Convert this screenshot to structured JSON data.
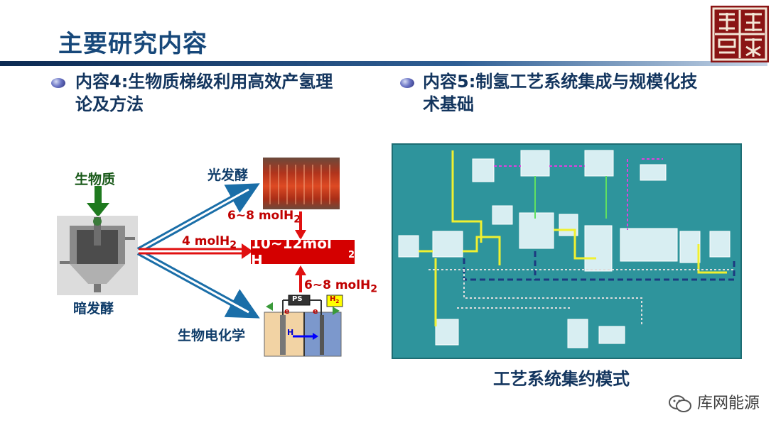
{
  "header": {
    "title": "主要研究内容",
    "logo_text": "理"
  },
  "bullets": [
    {
      "line1": "内容4:生物质梯级利用高效产氢理",
      "line2": "论及方法"
    },
    {
      "line1": "内容5:制氢工艺系统集成与规模化技",
      "line2": "术基础"
    }
  ],
  "diagram": {
    "biomass": "生物质",
    "dark_fermentation": "暗发酵",
    "photo_fermentation": "光发酵",
    "bioelectrochemistry": "生物电化学",
    "dark_yield": "4 molH",
    "photo_yield": "6~8 molH",
    "electro_yield": "6~8 molH",
    "sub2": "2",
    "result": "10~12mol H",
    "ps_label": "PS",
    "h2_label": "H",
    "e_label": "e",
    "h_label": "H"
  },
  "schematic": {
    "caption": "工艺系统集约模式"
  },
  "watermark": {
    "text": "库网能源"
  },
  "colors": {
    "title": "#17487a",
    "red": "#d40000",
    "teal": "#2e949c",
    "logo": "#8a1414"
  }
}
